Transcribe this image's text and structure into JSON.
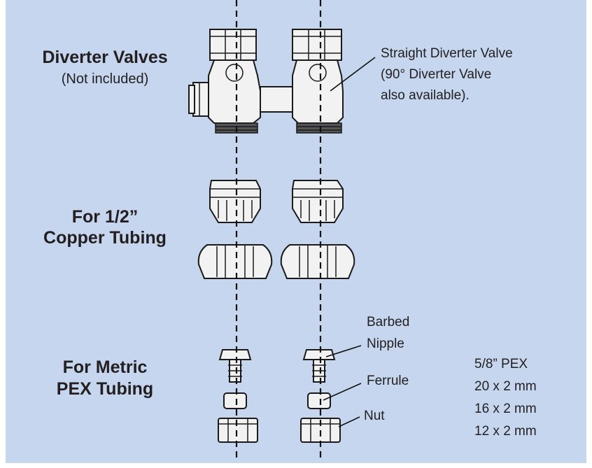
{
  "sections": [
    {
      "title": "Diverter Valves",
      "subtitle": "(Not included)"
    },
    {
      "title_line1": "For 1/2”",
      "title_line2": "Copper Tubing"
    },
    {
      "title_line1": "For Metric",
      "title_line2": "PEX Tubing"
    }
  ],
  "valve_callout": {
    "line1": "Straight Diverter Valve",
    "line2": "(90° Diverter Valve",
    "line3": "also available)."
  },
  "part_labels": {
    "barbed_line1": "Barbed",
    "barbed_line2": "Nipple",
    "ferrule": "Ferrule",
    "nut": "Nut"
  },
  "pex_sizes": [
    "5/8” PEX",
    "20 x 2 mm",
    "16 x 2 mm",
    "12 x 2 mm"
  ],
  "colors": {
    "panel_background": "#c5d6ee",
    "text": "#231f20",
    "line": "#111111"
  }
}
